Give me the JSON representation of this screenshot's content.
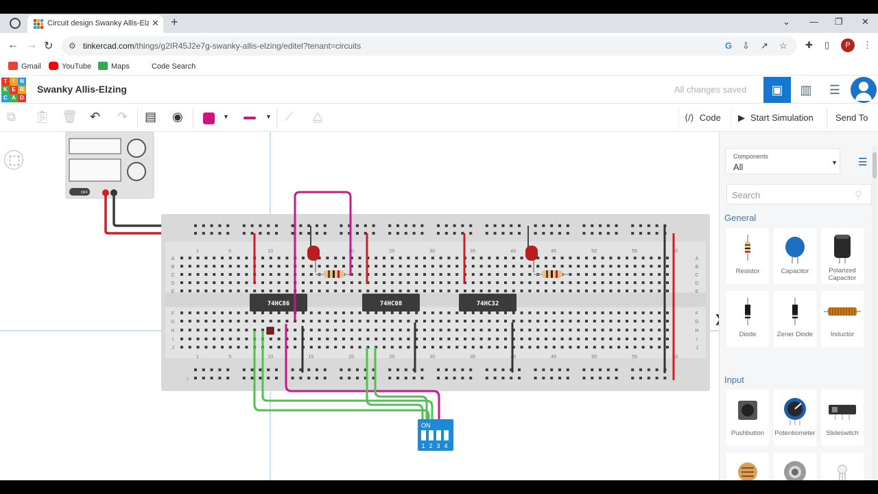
{
  "browser": {
    "tab_title": "Circuit design Swanky Allis-Elzing",
    "url_main": "tinkercad.com",
    "url_path": "/things/g2IR45J2e7g-swanky-allis-elzing/editel?tenant=circuits",
    "profile_initial": "P",
    "bookmarks": [
      "Gmail",
      "YouTube",
      "Maps",
      "Code Search"
    ]
  },
  "app": {
    "logo_letters": [
      "T",
      "I",
      "N",
      "K",
      "E",
      "R",
      "C",
      "A",
      "D"
    ],
    "design_title": "Swanky Allis-Elzing",
    "save_status": "All changes saved"
  },
  "toolbar": {
    "code_label": "Code",
    "simulate_label": "Start Simulation",
    "send_label": "Send To",
    "wire_color": "#d2127f"
  },
  "breadboard": {
    "chips": [
      "74HC86",
      "74HC08",
      "74HC32"
    ],
    "column_numbers": [
      "1",
      "5",
      "10",
      "15",
      "20",
      "25",
      "30",
      "35",
      "40",
      "45",
      "50",
      "55",
      "60"
    ],
    "row_letters_top": [
      "A",
      "B",
      "C",
      "D",
      "E"
    ],
    "row_letters_bottom": [
      "F",
      "G",
      "H",
      "I",
      "J"
    ],
    "power_sign": "+"
  },
  "dip_switch": {
    "on_label": "ON",
    "positions": [
      "1",
      "2",
      "3",
      "4"
    ]
  },
  "power_supply": {
    "off_label": "OFF"
  },
  "panel": {
    "components_label": "Components",
    "components_value": "All",
    "search_placeholder": "Search",
    "sections": {
      "general": "General",
      "input": "Input"
    },
    "general_items": [
      "Resistor",
      "Capacitor",
      "Polarized Capacitor",
      "Diode",
      "Zener Diode",
      "Inductor"
    ],
    "input_items": [
      "Pushbutton",
      "Potentiometer",
      "Slideswitch"
    ]
  }
}
